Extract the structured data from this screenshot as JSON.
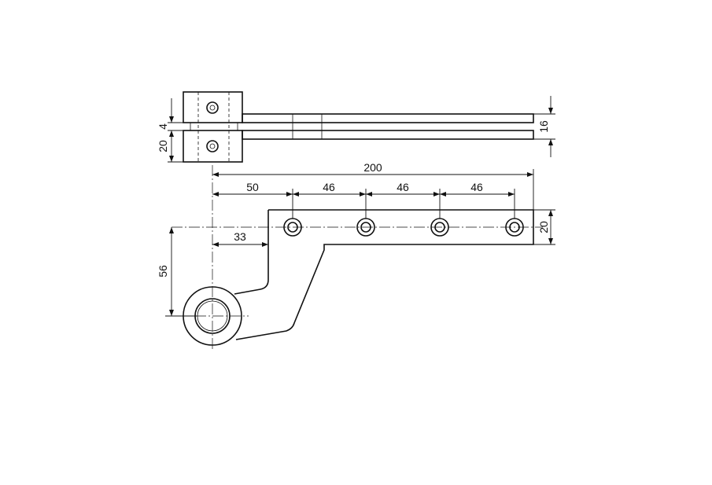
{
  "dimensions": {
    "overall_length": "200",
    "first_hole": "50",
    "hole_pitch_1": "46",
    "hole_pitch_2": "46",
    "hole_pitch_3": "46",
    "offset": "33",
    "drop": "56",
    "bar_width": "20",
    "height_total": "16",
    "gap": "4",
    "block_height": "20"
  }
}
